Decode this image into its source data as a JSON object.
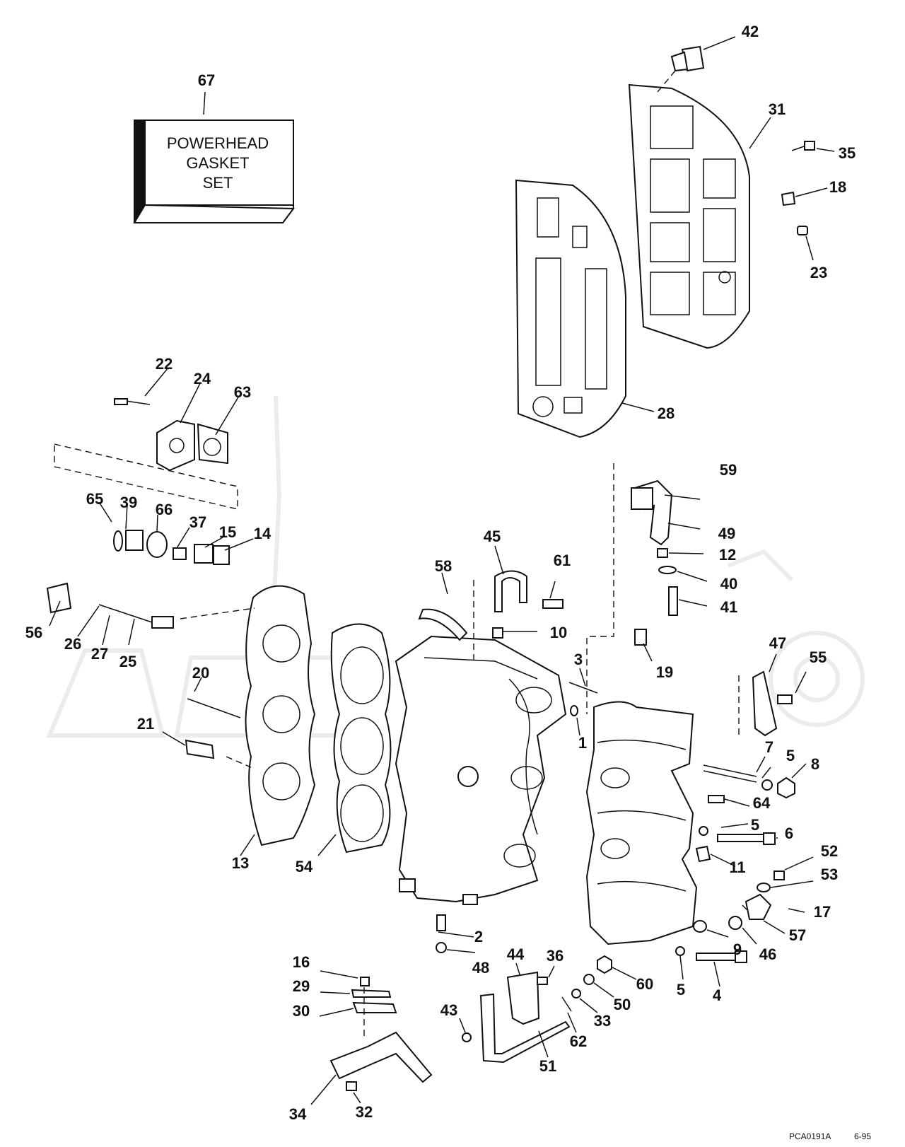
{
  "gasket_set_box": {
    "callout": "67",
    "lines": [
      "POWERHEAD",
      "GASKET",
      "SET"
    ]
  },
  "callouts": {
    "c1": "1",
    "c2": "2",
    "c3": "3",
    "c4": "4",
    "c5a": "5",
    "c5b": "5",
    "c5c": "5",
    "c6": "6",
    "c7": "7",
    "c8": "8",
    "c9": "9",
    "c10": "10",
    "c11": "11",
    "c12": "12",
    "c13": "13",
    "c14": "14",
    "c15": "15",
    "c16": "16",
    "c17": "17",
    "c18": "18",
    "c19": "19",
    "c20": "20",
    "c21": "21",
    "c22": "22",
    "c23": "23",
    "c24": "24",
    "c25": "25",
    "c26": "26",
    "c27": "27",
    "c28": "28",
    "c29": "29",
    "c30": "30",
    "c31": "31",
    "c32": "32",
    "c33": "33",
    "c34": "34",
    "c35": "35",
    "c36": "36",
    "c37": "37",
    "c39": "39",
    "c40": "40",
    "c41": "41",
    "c42": "42",
    "c43": "43",
    "c44": "44",
    "c45": "45",
    "c46": "46",
    "c47": "47",
    "c48": "48",
    "c49": "49",
    "c50": "50",
    "c51": "51",
    "c52": "52",
    "c53": "53",
    "c54": "54",
    "c55": "55",
    "c56": "56",
    "c57": "57",
    "c58": "58",
    "c59": "59",
    "c60": "60",
    "c61": "61",
    "c62": "62",
    "c63": "63",
    "c64": "64",
    "c65": "65",
    "c66": "66"
  },
  "footer": {
    "code": "PCA0191A",
    "date": "6-95"
  }
}
